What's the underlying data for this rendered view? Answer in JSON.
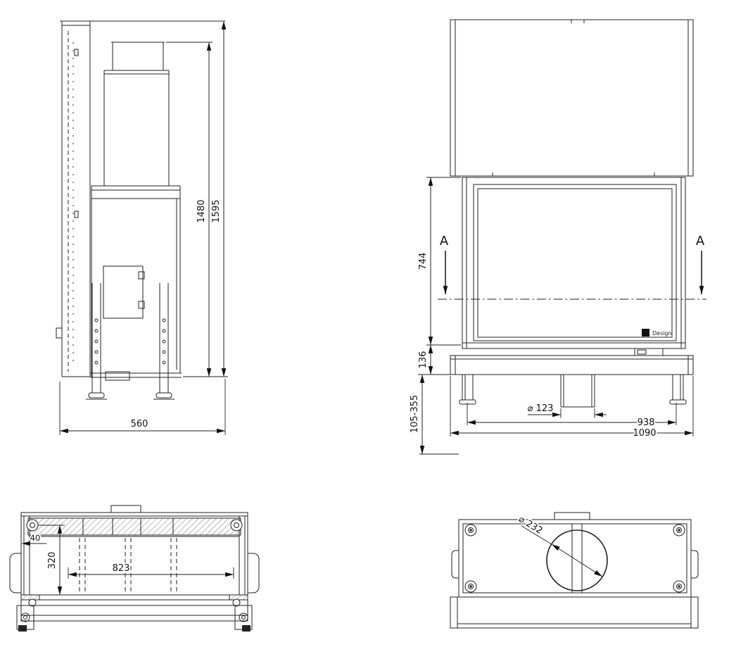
{
  "side_view": {
    "dim_flue_height": "1480",
    "dim_total_height": "1595",
    "dim_depth": "560"
  },
  "front_view": {
    "dim_opening_height": "744",
    "dim_plinth_height": "136",
    "dim_leg_range": "105-355",
    "dim_flue_diameter": "⌀ 123",
    "dim_inner_width": "938",
    "dim_total_width": "1090",
    "section_left": "A",
    "section_right": "A",
    "logo_text": "Design"
  },
  "plan_front_view": {
    "dim_wall_thickness": "40",
    "dim_depth": "320",
    "dim_opening_width": "823"
  },
  "plan_rear_view": {
    "dim_flue_diameter": "⌀ 232"
  }
}
